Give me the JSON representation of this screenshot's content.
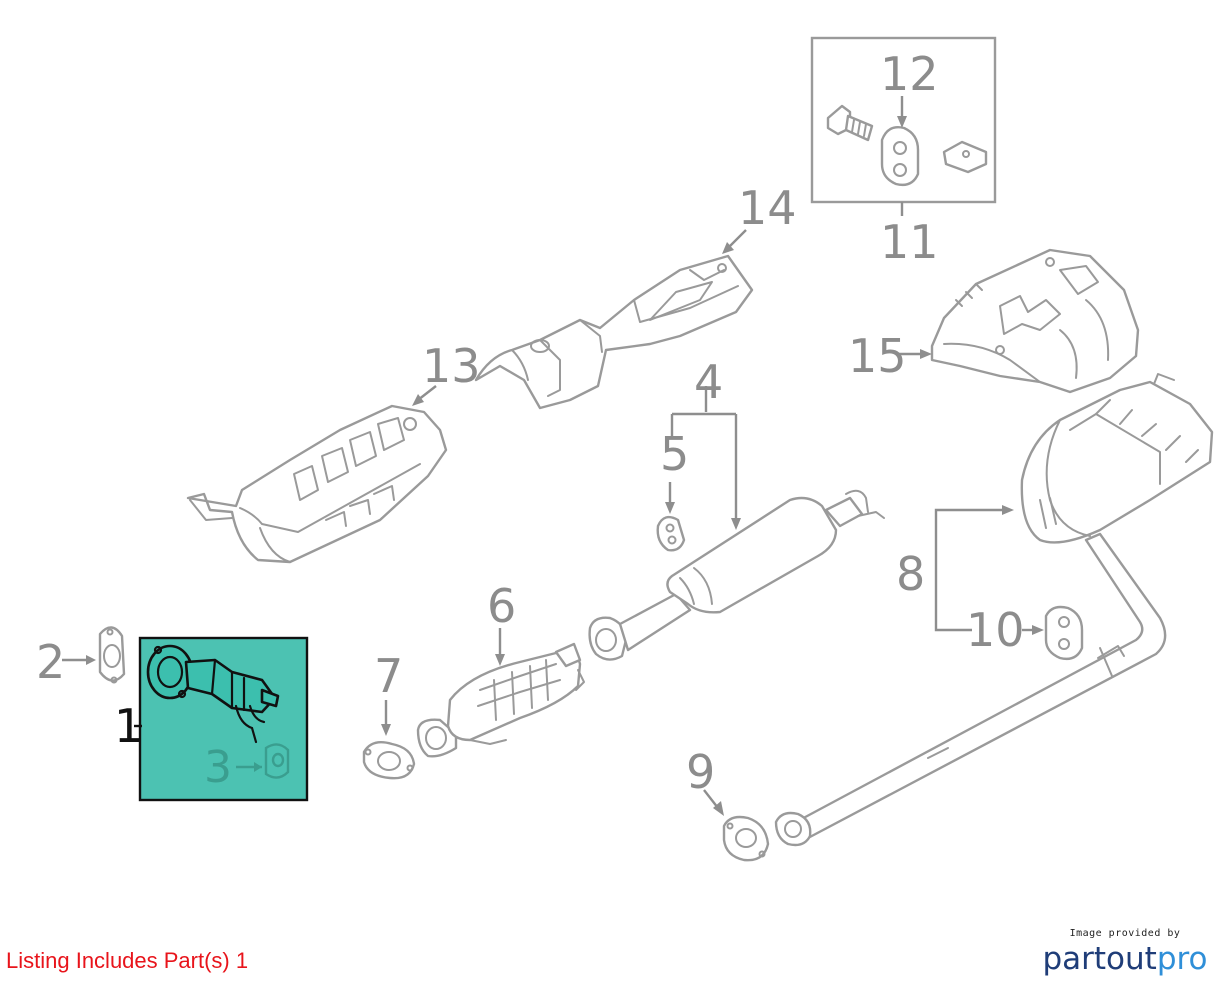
{
  "callouts": {
    "c1": "1",
    "c2": "2",
    "c3": "3",
    "c4": "4",
    "c5": "5",
    "c6": "6",
    "c7": "7",
    "c8": "8",
    "c9": "9",
    "c10": "10",
    "c11": "11",
    "c12": "12",
    "c13": "13",
    "c14": "14",
    "c15": "15"
  },
  "footer": {
    "listing_note": "Listing Includes Part(s) 1",
    "attribution_small": "Image provided by",
    "brand_part1": "partout",
    "brand_part2": "pro"
  },
  "colors": {
    "highlight_fill": "#4cc2b2",
    "part_stroke": "#9a9a9a",
    "listing_text": "#e8141b",
    "brand_dark": "#1f3d78",
    "brand_light": "#2f8fd8"
  }
}
